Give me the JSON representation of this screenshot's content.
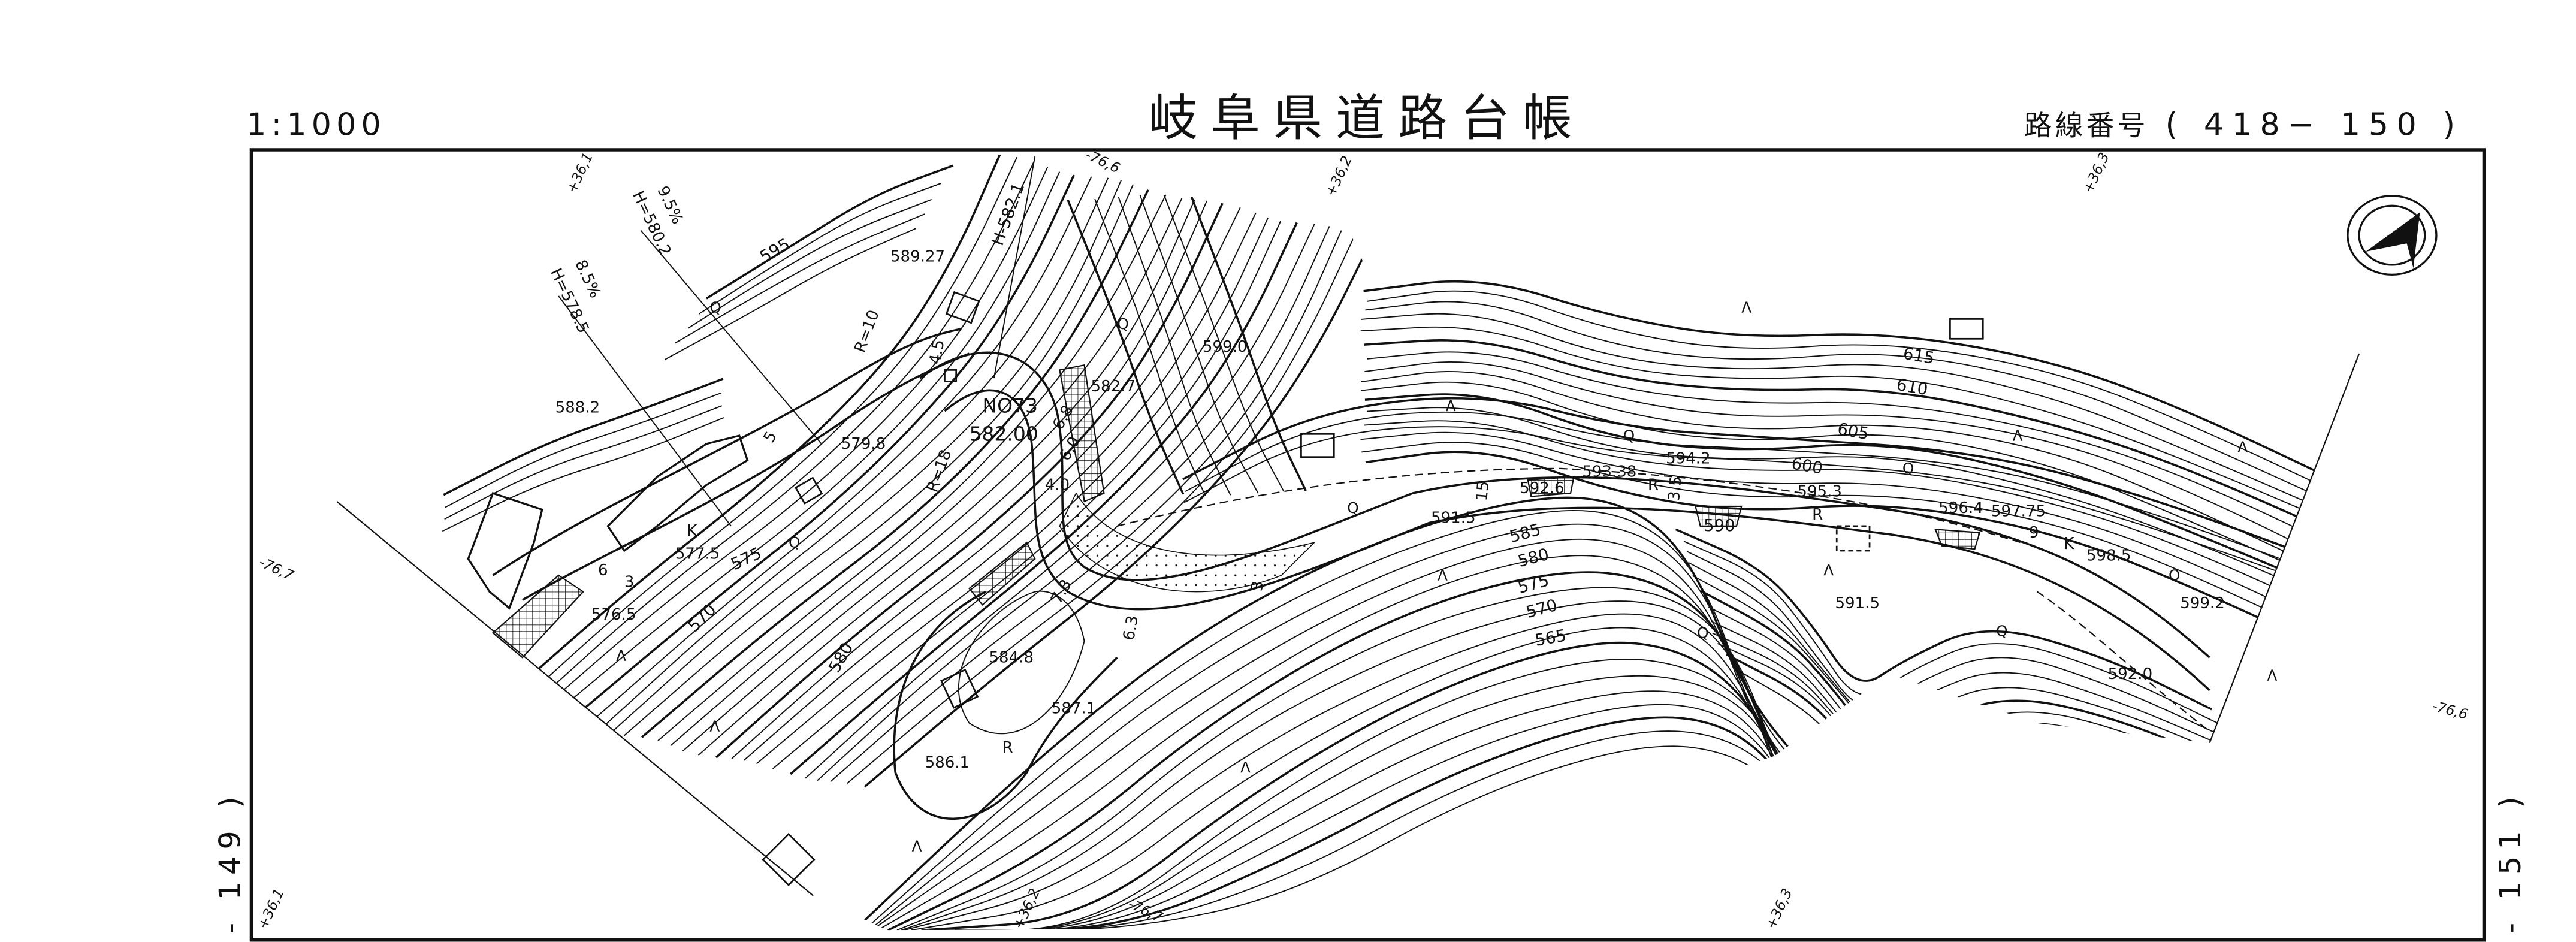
{
  "header": {
    "scale": "1:1000",
    "title": "岐阜県道路台帳",
    "route_label": "路線番号",
    "route_number": "( 418− 150 )"
  },
  "sheet_refs": {
    "prev": "- 149 )",
    "next": "- 151 )"
  },
  "grid_ticks": [
    "+36,1",
    "-76,6",
    "+36,2",
    "+36,3",
    "-76,7",
    "+36,1",
    "+36,2",
    "-76,7",
    "+36,3",
    "-76,6"
  ],
  "station": {
    "number": "NO73",
    "elevation": "582.00"
  },
  "grade_annotations": [
    "H=578.5",
    "8.5%",
    "H=580.2",
    "9.5%",
    "H-582.1",
    "R=10",
    "R=18"
  ],
  "spot_elevations": [
    "589.27",
    "588.2",
    "579.8",
    "582.7",
    "599.0",
    "594.2",
    "593.38",
    "592.6",
    "591.5",
    "595.3",
    "596.4",
    "597.75",
    "598.5",
    "599.2",
    "592.0",
    "591.5",
    "577.5",
    "576.5",
    "584.8",
    "587.1",
    "586.1"
  ],
  "contour_labels": [
    "595",
    "615",
    "610",
    "605",
    "600",
    "590",
    "585",
    "580",
    "575",
    "570",
    "565",
    "575",
    "570",
    "580"
  ],
  "road_annotations": [
    "4.5",
    "6.8",
    "6.0",
    "4.0",
    "7.3",
    "6.3",
    "5",
    "3",
    "15",
    "3.5",
    "K",
    "K",
    "R",
    "R",
    "R",
    "9",
    "6",
    "3"
  ],
  "map_symbols": {
    "north_arrow": "compass-north-arrow-icon",
    "wasteland": "Λ",
    "broadleaf": "Q"
  }
}
